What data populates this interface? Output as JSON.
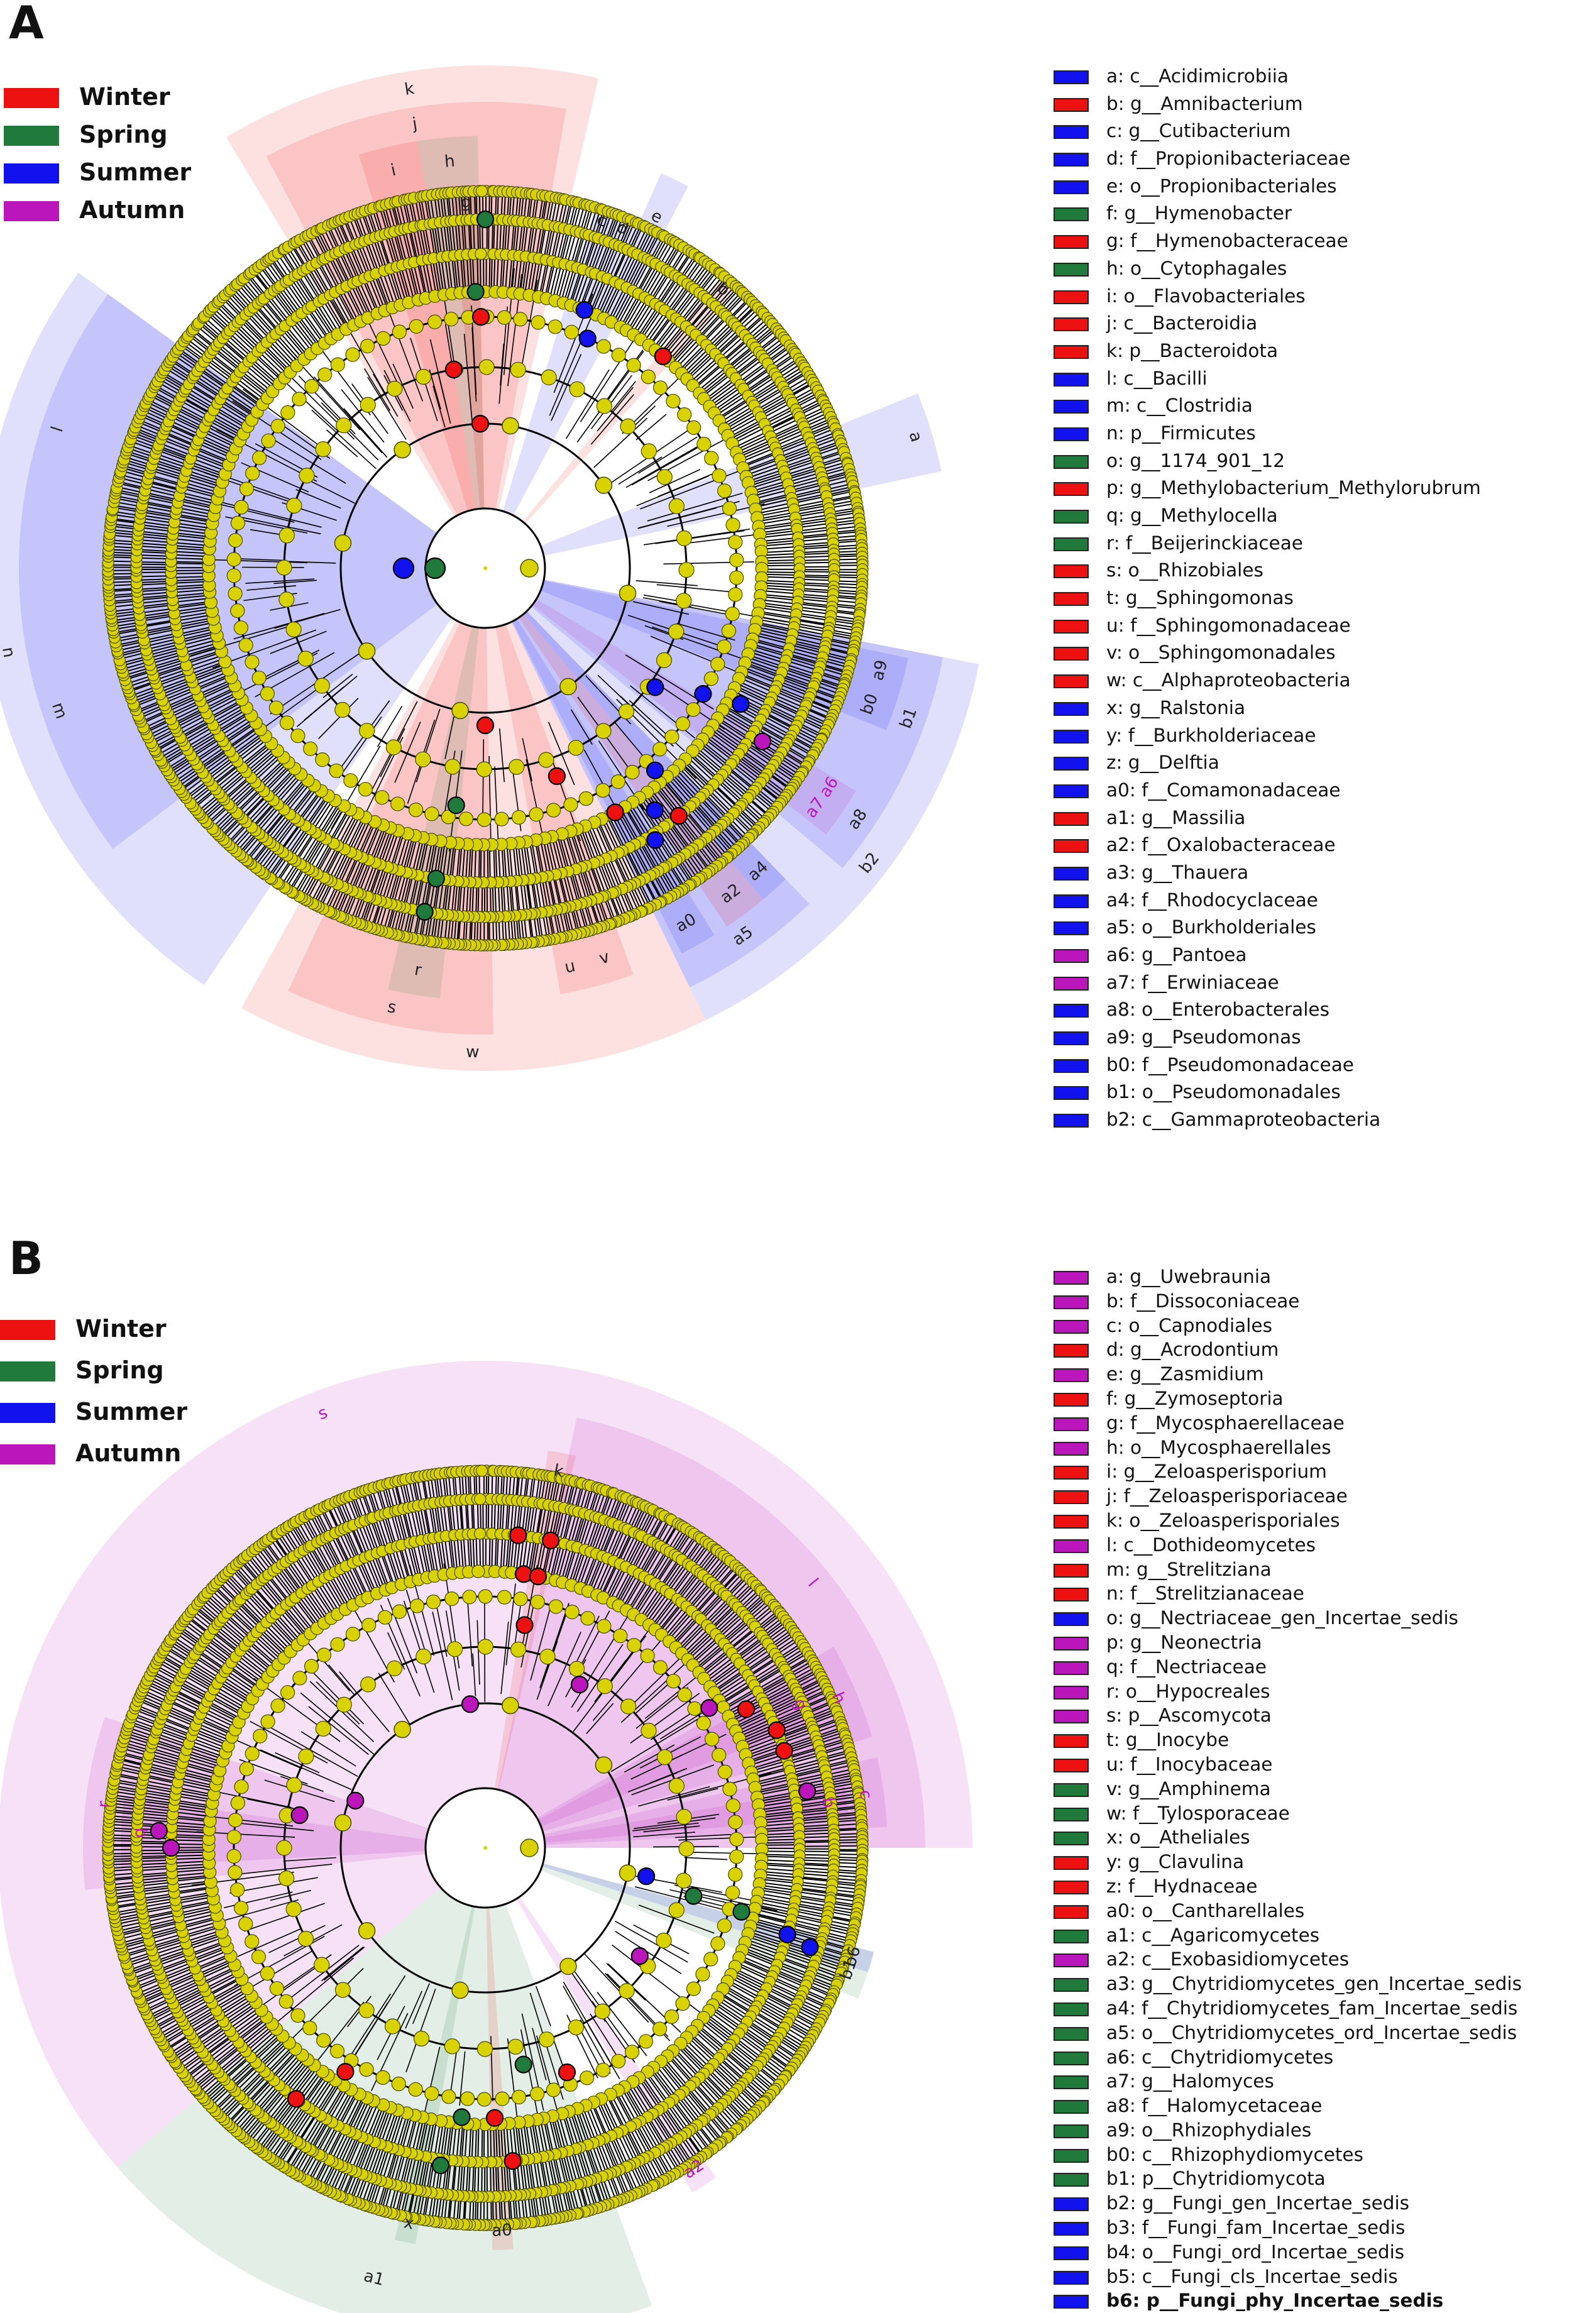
{
  "colors": {
    "Winter": "#ee1111",
    "Spring": "#207a3c",
    "Summer": "#1212ee",
    "Autumn": "#bb16bb"
  },
  "panelA": {
    "letter": "A",
    "seasons": [
      {
        "label": "Winter",
        "color": "#ee1111"
      },
      {
        "label": "Spring",
        "color": "#207a3c"
      },
      {
        "label": "Summer",
        "color": "#1212ee"
      },
      {
        "label": "Autumn",
        "color": "#bb16bb"
      }
    ],
    "clades": [
      {
        "label": "a: c__Acidimicrobiia",
        "season": "Summer"
      },
      {
        "label": "b: g__Amnibacterium",
        "season": "Winter"
      },
      {
        "label": "c: g__Cutibacterium",
        "season": "Summer"
      },
      {
        "label": "d: f__Propionibacteriaceae",
        "season": "Summer"
      },
      {
        "label": "e: o__Propionibacteriales",
        "season": "Summer"
      },
      {
        "label": "f: g__Hymenobacter",
        "season": "Spring"
      },
      {
        "label": "g: f__Hymenobacteraceae",
        "season": "Winter"
      },
      {
        "label": "h: o__Cytophagales",
        "season": "Spring"
      },
      {
        "label": "i: o__Flavobacteriales",
        "season": "Winter"
      },
      {
        "label": "j: c__Bacteroidia",
        "season": "Winter"
      },
      {
        "label": "k: p__Bacteroidota",
        "season": "Winter"
      },
      {
        "label": "l: c__Bacilli",
        "season": "Summer"
      },
      {
        "label": "m: c__Clostridia",
        "season": "Summer"
      },
      {
        "label": "n: p__Firmicutes",
        "season": "Summer"
      },
      {
        "label": "o: g__1174_901_12",
        "season": "Spring"
      },
      {
        "label": "p: g__Methylobacterium_Methylorubrum",
        "season": "Winter"
      },
      {
        "label": "q: g__Methylocella",
        "season": "Spring"
      },
      {
        "label": "r: f__Beijerinckiaceae",
        "season": "Spring"
      },
      {
        "label": "s: o__Rhizobiales",
        "season": "Winter"
      },
      {
        "label": "t: g__Sphingomonas",
        "season": "Winter"
      },
      {
        "label": "u: f__Sphingomonadaceae",
        "season": "Winter"
      },
      {
        "label": "v: o__Sphingomonadales",
        "season": "Winter"
      },
      {
        "label": "w: c__Alphaproteobacteria",
        "season": "Winter"
      },
      {
        "label": "x: g__Ralstonia",
        "season": "Summer"
      },
      {
        "label": "y: f__Burkholderiaceae",
        "season": "Summer"
      },
      {
        "label": "z: g__Delftia",
        "season": "Summer"
      },
      {
        "label": "a0: f__Comamonadaceae",
        "season": "Summer"
      },
      {
        "label": "a1: g__Massilia",
        "season": "Winter"
      },
      {
        "label": "a2: f__Oxalobacteraceae",
        "season": "Winter"
      },
      {
        "label": "a3: g__Thauera",
        "season": "Summer"
      },
      {
        "label": "a4: f__Rhodocyclaceae",
        "season": "Summer"
      },
      {
        "label": "a5: o__Burkholderiales",
        "season": "Summer"
      },
      {
        "label": "a6: g__Pantoea",
        "season": "Autumn"
      },
      {
        "label": "a7: f__Erwiniaceae",
        "season": "Autumn"
      },
      {
        "label": "a8: o__Enterobacterales",
        "season": "Summer"
      },
      {
        "label": "a9: g__Pseudomonas",
        "season": "Summer"
      },
      {
        "label": "b0: f__Pseudomonadaceae",
        "season": "Summer"
      },
      {
        "label": "b1: o__Pseudomonadales",
        "season": "Summer"
      },
      {
        "label": "b2: c__Gammaproteobacteria",
        "season": "Summer"
      }
    ],
    "sectors": [
      {
        "label": "k",
        "season": "Winter",
        "r1": 742,
        "r2": 800,
        "a1": -31,
        "a2": 13
      },
      {
        "label": "j",
        "season": "Winter",
        "r1": 688,
        "r2": 742,
        "a1": -28,
        "a2": 10
      },
      {
        "label": "i",
        "season": "Winter",
        "r1": 610,
        "r2": 688,
        "a1": -17,
        "a2": -9
      },
      {
        "label": "h",
        "season": "Spring",
        "r1": 610,
        "r2": 688,
        "a1": -9,
        "a2": -1
      },
      {
        "label": "g",
        "season": "Winter",
        "r1": 555,
        "r2": 610,
        "a1": -5,
        "a2": -1
      },
      {
        "label": "e",
        "season": "Summer",
        "r1": 555,
        "r2": 688,
        "a1": 24,
        "a2": 28
      },
      {
        "label": "d",
        "season": "Summer",
        "r1": 555,
        "r2": 610,
        "a1": 20,
        "a2": 24
      },
      {
        "label": "c",
        "season": "Summer",
        "r1": 555,
        "r2": 610,
        "a1": 17,
        "a2": 20
      },
      {
        "label": "b",
        "season": "Winter",
        "r1": 555,
        "r2": 610,
        "a1": 39,
        "a2": 42
      },
      {
        "label": "a",
        "season": "Summer",
        "r1": 688,
        "r2": 742,
        "a1": 68,
        "a2": 78
      },
      {
        "label": "n",
        "season": "Summer",
        "r1": 742,
        "r2": 800,
        "a1": 214,
        "a2": 306
      },
      {
        "label": "l",
        "season": "Summer",
        "r1": 688,
        "r2": 742,
        "a1": 270,
        "a2": 306
      },
      {
        "label": "m",
        "season": "Summer",
        "r1": 688,
        "r2": 742,
        "a1": 233,
        "a2": 270
      },
      {
        "label": "w",
        "season": "Winter",
        "r1": 742,
        "r2": 800,
        "a1": 154,
        "a2": 209
      },
      {
        "label": "s",
        "season": "Winter",
        "r1": 688,
        "r2": 742,
        "a1": 179,
        "a2": 205
      },
      {
        "label": "r",
        "season": "Spring",
        "r1": 610,
        "r2": 688,
        "a1": 186,
        "a2": 193
      },
      {
        "label": "v",
        "season": "Winter",
        "r1": 610,
        "r2": 688,
        "a1": 160,
        "a2": 166
      },
      {
        "label": "u",
        "season": "Winter",
        "r1": 610,
        "r2": 688,
        "a1": 166,
        "a2": 170
      },
      {
        "label": "b2",
        "season": "Summer",
        "r1": 742,
        "r2": 800,
        "a1": 101,
        "a2": 154
      },
      {
        "label": "a8",
        "season": "Summer",
        "r1": 688,
        "r2": 742,
        "a1": 118,
        "a2": 130
      },
      {
        "label": "b1",
        "season": "Summer",
        "r1": 688,
        "r2": 742,
        "a1": 101,
        "a2": 118
      },
      {
        "label": "a7",
        "season": "Autumn",
        "r1": 610,
        "r2": 688,
        "a1": 124,
        "a2": 128
      },
      {
        "label": "a6",
        "season": "Autumn",
        "r1": 610,
        "r2": 688,
        "a1": 121,
        "a2": 124
      },
      {
        "label": "b0",
        "season": "Summer",
        "r1": 610,
        "r2": 688,
        "a1": 107,
        "a2": 112
      },
      {
        "label": "a9",
        "season": "Summer",
        "r1": 610,
        "r2": 688,
        "a1": 102,
        "a2": 107
      },
      {
        "label": "a5",
        "season": "Summer",
        "r1": 688,
        "r2": 742,
        "a1": 136,
        "a2": 154
      },
      {
        "label": "a0",
        "season": "Summer",
        "r1": 610,
        "r2": 688,
        "a1": 148,
        "a2": 153
      },
      {
        "label": "a4",
        "season": "Summer",
        "r1": 610,
        "r2": 688,
        "a1": 136,
        "a2": 140
      },
      {
        "label": "a2",
        "season": "Winter",
        "r1": 610,
        "r2": 688,
        "a1": 140,
        "a2": 146
      }
    ],
    "marked": [
      {
        "season": "Spring",
        "r": 555,
        "a": 0
      },
      {
        "season": "Spring",
        "r": 440,
        "a": -2
      },
      {
        "season": "Winter",
        "r": 400,
        "a": -1
      },
      {
        "season": "Winter",
        "r": 320,
        "a": -9
      },
      {
        "season": "Winter",
        "r": 230,
        "a": -2
      },
      {
        "season": "Summer",
        "r": 440,
        "a": 21
      },
      {
        "season": "Summer",
        "r": 400,
        "a": 24
      },
      {
        "season": "Winter",
        "r": 440,
        "a": 40
      },
      {
        "season": "Summer",
        "r": 130,
        "a": -90
      },
      {
        "season": "Spring",
        "r": 80,
        "a": -90
      },
      {
        "season": "Summer",
        "r": 330,
        "a": 125
      },
      {
        "season": "Summer",
        "r": 400,
        "a": 120
      },
      {
        "season": "Summer",
        "r": 460,
        "a": 118
      },
      {
        "season": "Autumn",
        "r": 520,
        "a": 122
      },
      {
        "season": "Summer",
        "r": 470,
        "a": 145
      },
      {
        "season": "Winter",
        "r": 500,
        "a": 142
      },
      {
        "season": "Summer",
        "r": 510,
        "a": 148
      },
      {
        "season": "Winter",
        "r": 440,
        "a": 152
      },
      {
        "season": "Summer",
        "r": 420,
        "a": 140
      },
      {
        "season": "Winter",
        "r": 350,
        "a": 161
      },
      {
        "season": "Winter",
        "r": 250,
        "a": 180
      },
      {
        "season": "Spring",
        "r": 380,
        "a": 187
      },
      {
        "season": "Spring",
        "r": 500,
        "a": 189
      },
      {
        "season": "Spring",
        "r": 555,
        "a": 190
      }
    ]
  },
  "panelB": {
    "letter": "B",
    "seasons": [
      {
        "label": "Winter",
        "color": "#ee1111"
      },
      {
        "label": "Spring",
        "color": "#207a3c"
      },
      {
        "label": "Summer",
        "color": "#1212ee"
      },
      {
        "label": "Autumn",
        "color": "#bb16bb"
      }
    ],
    "clades": [
      {
        "label": "a: g__Uwebraunia",
        "season": "Autumn"
      },
      {
        "label": "b: f__Dissoconiaceae",
        "season": "Autumn"
      },
      {
        "label": "c: o__Capnodiales",
        "season": "Autumn"
      },
      {
        "label": "d: g__Acrodontium",
        "season": "Winter"
      },
      {
        "label": "e: g__Zasmidium",
        "season": "Autumn"
      },
      {
        "label": "f: g__Zymoseptoria",
        "season": "Winter"
      },
      {
        "label": "g: f__Mycosphaerellaceae",
        "season": "Autumn"
      },
      {
        "label": "h: o__Mycosphaerellales",
        "season": "Autumn"
      },
      {
        "label": "i: g__Zeloasperisporium",
        "season": "Winter"
      },
      {
        "label": "j: f__Zeloasperisporiaceae",
        "season": "Winter"
      },
      {
        "label": "k: o__Zeloasperisporiales",
        "season": "Winter"
      },
      {
        "label": "l: c__Dothideomycetes",
        "season": "Autumn"
      },
      {
        "label": "m: g__Strelitziana",
        "season": "Winter"
      },
      {
        "label": "n: f__Strelitzianaceae",
        "season": "Winter"
      },
      {
        "label": "o: g__Nectriaceae_gen_Incertae_sedis",
        "season": "Summer"
      },
      {
        "label": "p: g__Neonectria",
        "season": "Autumn"
      },
      {
        "label": "q: f__Nectriaceae",
        "season": "Autumn"
      },
      {
        "label": "r: o__Hypocreales",
        "season": "Autumn"
      },
      {
        "label": "s: p__Ascomycota",
        "season": "Autumn"
      },
      {
        "label": "t: g__Inocybe",
        "season": "Winter"
      },
      {
        "label": "u: f__Inocybaceae",
        "season": "Winter"
      },
      {
        "label": "v: g__Amphinema",
        "season": "Spring"
      },
      {
        "label": "w: f__Tylosporaceae",
        "season": "Spring"
      },
      {
        "label": "x: o__Atheliales",
        "season": "Spring"
      },
      {
        "label": "y: g__Clavulina",
        "season": "Winter"
      },
      {
        "label": "z: f__Hydnaceae",
        "season": "Winter"
      },
      {
        "label": "a0: o__Cantharellales",
        "season": "Winter"
      },
      {
        "label": "a1: c__Agaricomycetes",
        "season": "Spring"
      },
      {
        "label": "a2: c__Exobasidiomycetes",
        "season": "Autumn"
      },
      {
        "label": "a3: g__Chytridiomycetes_gen_Incertae_sedis",
        "season": "Spring"
      },
      {
        "label": "a4: f__Chytridiomycetes_fam_Incertae_sedis",
        "season": "Spring"
      },
      {
        "label": "a5: o__Chytridiomycetes_ord_Incertae_sedis",
        "season": "Spring"
      },
      {
        "label": "a6: c__Chytridiomycetes",
        "season": "Spring"
      },
      {
        "label": "a7: g__Halomyces",
        "season": "Spring"
      },
      {
        "label": "a8: f__Halomycetaceae",
        "season": "Spring"
      },
      {
        "label": "a9: o__Rhizophydiales",
        "season": "Spring"
      },
      {
        "label": "b0: c__Rhizophydiomycetes",
        "season": "Spring"
      },
      {
        "label": "b1: p__Chytridiomycota",
        "season": "Spring"
      },
      {
        "label": "b2: g__Fungi_gen_Incertae_sedis",
        "season": "Summer"
      },
      {
        "label": "b3: f__Fungi_fam_Incertae_sedis",
        "season": "Summer"
      },
      {
        "label": "b4: o__Fungi_ord_Incertae_sedis",
        "season": "Summer"
      },
      {
        "label": "b5: c__Fungi_cls_Incertae_sedis",
        "season": "Summer"
      },
      {
        "label": "b6: p__Fungi_phy_Incertae_sedis",
        "season": "Summer"
      }
    ],
    "sectors": [
      {
        "label": "s",
        "season": "Autumn",
        "r1": 700,
        "r2": 775,
        "a1": -131,
        "a2": 90
      },
      {
        "label": "l",
        "season": "Autumn",
        "r1": 640,
        "r2": 700,
        "a1": 12,
        "a2": 90
      },
      {
        "label": "h",
        "season": "Autumn",
        "r1": 580,
        "r2": 640,
        "a1": 60,
        "a2": 74
      },
      {
        "label": "g",
        "season": "Autumn",
        "r1": 520,
        "r2": 580,
        "a1": 62,
        "a2": 69
      },
      {
        "label": "c",
        "season": "Autumn",
        "r1": 580,
        "r2": 640,
        "a1": 77,
        "a2": 87
      },
      {
        "label": "b",
        "season": "Autumn",
        "r1": 520,
        "r2": 580,
        "a1": 80,
        "a2": 85
      },
      {
        "label": "k",
        "season": "Winter",
        "r1": 580,
        "r2": 640,
        "a1": 9,
        "a2": 13
      },
      {
        "label": "r",
        "season": "Autumn",
        "r1": 580,
        "r2": 640,
        "a1": -96,
        "a2": -71
      },
      {
        "label": "q",
        "season": "Autumn",
        "r1": 520,
        "r2": 580,
        "a1": -93,
        "a2": -82
      },
      {
        "label": "a1",
        "season": "Spring",
        "r1": 640,
        "r2": 775,
        "a1": 160,
        "a2": 229
      },
      {
        "label": "x",
        "season": "Spring",
        "r1": 580,
        "r2": 640,
        "a1": 190,
        "a2": 193
      },
      {
        "label": "a0",
        "season": "Winter",
        "r1": 580,
        "r2": 640,
        "a1": 176,
        "a2": 179
      },
      {
        "label": "a2",
        "season": "Autumn",
        "r1": 580,
        "r2": 640,
        "a1": 145,
        "a2": 149
      },
      {
        "label": "b1",
        "season": "Spring",
        "r1": 580,
        "r2": 640,
        "a1": 105,
        "a2": 112
      },
      {
        "label": "b6",
        "season": "Summer",
        "r1": 580,
        "r2": 640,
        "a1": 105,
        "a2": 108
      }
    ],
    "marked": [
      {
        "season": "Winter",
        "r": 500,
        "a": 6
      },
      {
        "season": "Winter",
        "r": 440,
        "a": 8
      },
      {
        "season": "Winter",
        "r": 500,
        "a": 12
      },
      {
        "season": "Winter",
        "r": 440,
        "a": 11
      },
      {
        "season": "Winter",
        "r": 360,
        "a": 10
      },
      {
        "season": "Autumn",
        "r": 300,
        "a": 30
      },
      {
        "season": "Autumn",
        "r": 420,
        "a": 58
      },
      {
        "season": "Winter",
        "r": 470,
        "a": 62
      },
      {
        "season": "Winter",
        "r": 500,
        "a": 68
      },
      {
        "season": "Autumn",
        "r": 520,
        "a": 80
      },
      {
        "season": "Winter",
        "r": 500,
        "a": 72
      },
      {
        "season": "Autumn",
        "r": 230,
        "a": -6
      },
      {
        "season": "Autumn",
        "r": 500,
        "a": -90
      },
      {
        "season": "Autumn",
        "r": 520,
        "a": -87
      },
      {
        "season": "Autumn",
        "r": 300,
        "a": -80
      },
      {
        "season": "Autumn",
        "r": 220,
        "a": -70
      },
      {
        "season": "Autumn",
        "r": 300,
        "a": 125
      },
      {
        "season": "Spring",
        "r": 350,
        "a": 170
      },
      {
        "season": "Winter",
        "r": 380,
        "a": 160
      },
      {
        "season": "Spring",
        "r": 430,
        "a": 185
      },
      {
        "season": "Spring",
        "r": 510,
        "a": 188
      },
      {
        "season": "Winter",
        "r": 430,
        "a": 178
      },
      {
        "season": "Winter",
        "r": 500,
        "a": 175
      },
      {
        "season": "Winter",
        "r": 420,
        "a": 212
      },
      {
        "season": "Winter",
        "r": 500,
        "a": 217
      },
      {
        "season": "Summer",
        "r": 260,
        "a": 100
      },
      {
        "season": "Spring",
        "r": 340,
        "a": 103
      },
      {
        "season": "Spring",
        "r": 420,
        "a": 104
      },
      {
        "season": "Summer",
        "r": 500,
        "a": 106
      },
      {
        "season": "Summer",
        "r": 540,
        "a": 107
      }
    ]
  }
}
